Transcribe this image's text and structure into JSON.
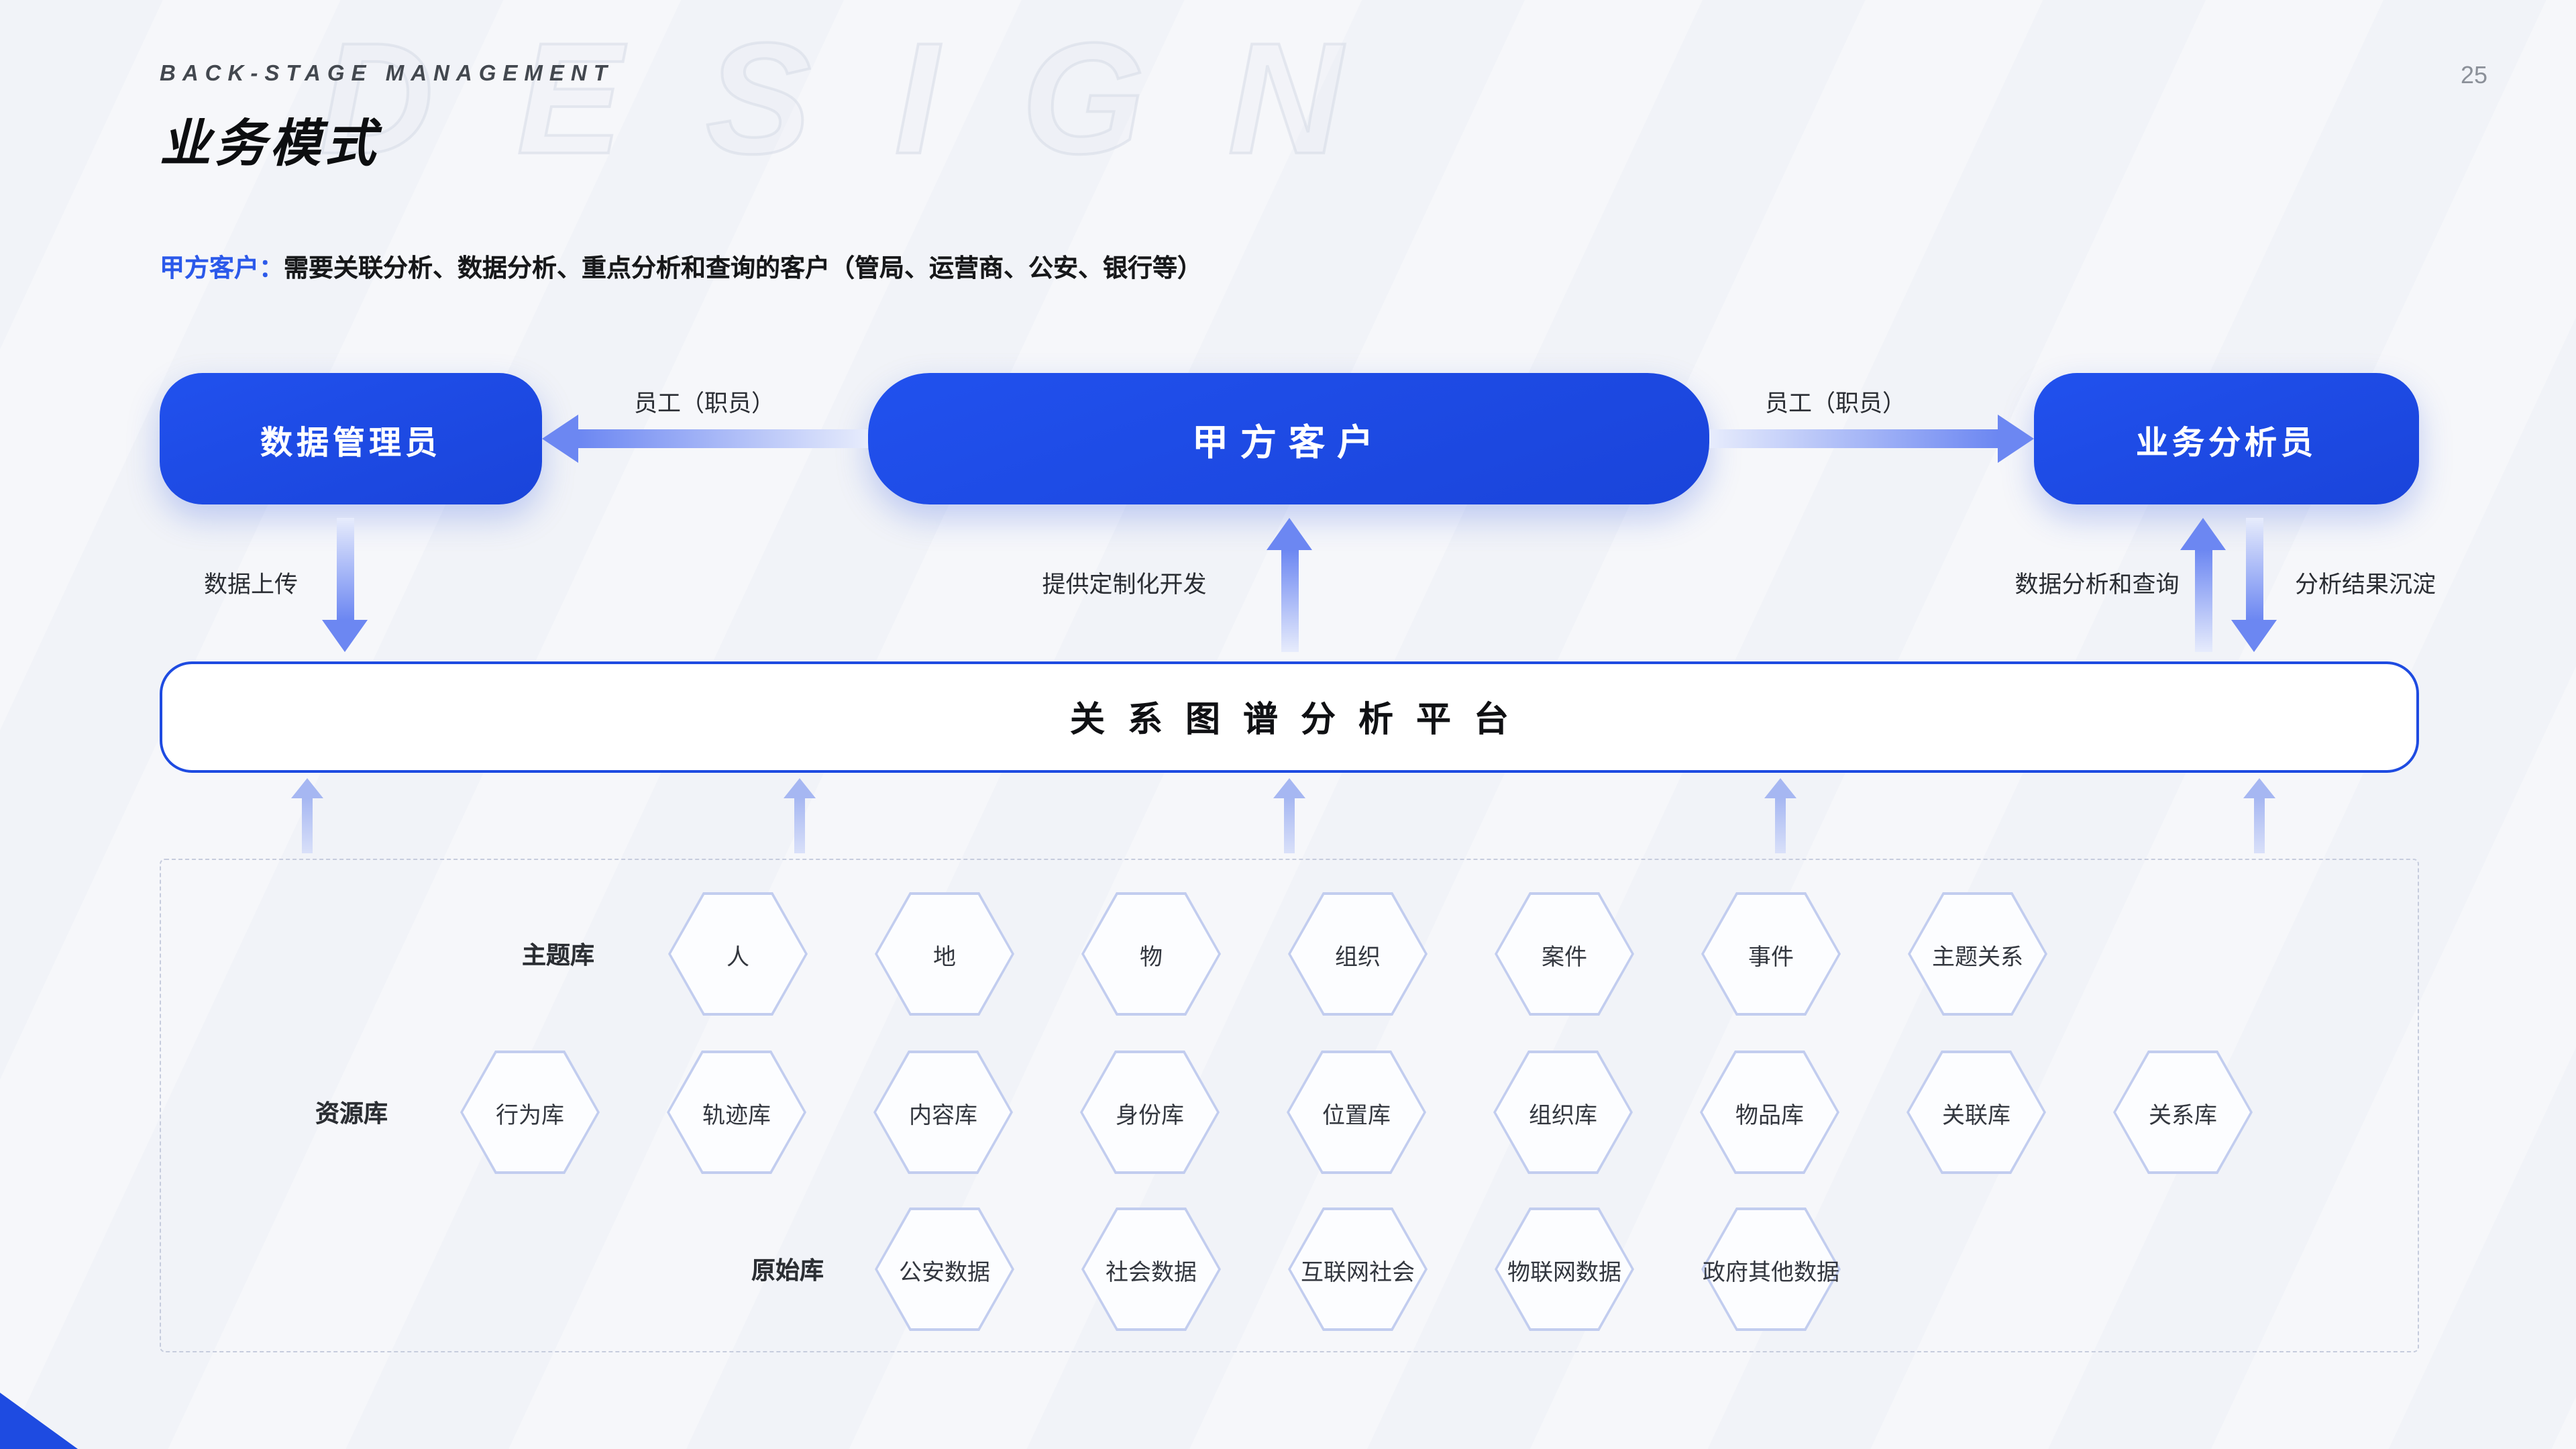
{
  "page": {
    "eyebrow": "BACK-STAGE MANAGEMENT",
    "title": "业务模式",
    "page_number": "25",
    "watermark": "DESIGN"
  },
  "subtitle": {
    "label": "甲方客户：",
    "text": "需要关联分析、数据分析、重点分析和查询的客户（管局、运营商、公安、银行等）"
  },
  "actors": {
    "left": "数据管理员",
    "center": "甲方客户",
    "right": "业务分析员"
  },
  "arrows": {
    "left_employee": "员工（职员）",
    "right_employee": "员工（职员）",
    "data_upload": "数据上传",
    "custom_dev": "提供定制化开发",
    "analysis_query": "数据分析和查询",
    "result_deposit": "分析结果沉淀"
  },
  "platform": {
    "title": "关系图谱分析平台"
  },
  "library": {
    "rows": [
      {
        "label": "主题库",
        "items": [
          "人",
          "地",
          "物",
          "组织",
          "案件",
          "事件",
          "主题关系"
        ]
      },
      {
        "label": "资源库",
        "items": [
          "行为库",
          "轨迹库",
          "内容库",
          "身份库",
          "位置库",
          "组织库",
          "物品库",
          "关联库",
          "关系库"
        ]
      },
      {
        "label": "原始库",
        "items": [
          "公安数据",
          "社会数据",
          "互联网社会",
          "物联网数据",
          "政府其他数据"
        ]
      }
    ]
  },
  "colors": {
    "primary": "#1E4BE1",
    "arrow_strong": "#6C87F2",
    "arrow_light": "#A6B7F2",
    "hex_border": "#C2CDEF",
    "accent_text": "#2B59EA"
  }
}
